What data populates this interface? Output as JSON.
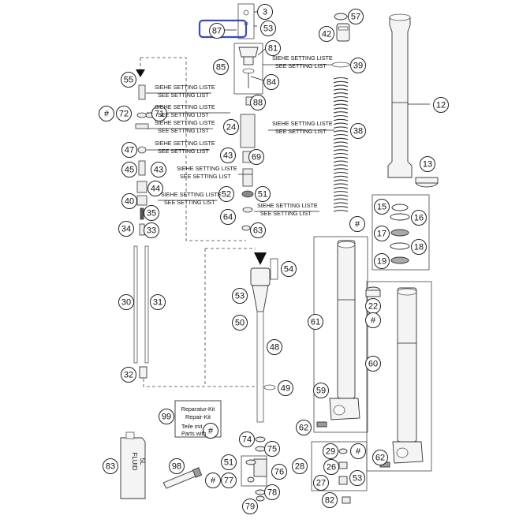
{
  "callouts": {
    "c3": "3",
    "c53a": "53",
    "c87": "87",
    "c81": "81",
    "c85": "85",
    "c84": "84",
    "c39": "39",
    "c57": "57",
    "c42": "42",
    "c12": "12",
    "c13": "13",
    "c55": "55",
    "c72": "72",
    "c71": "71",
    "c88": "88",
    "c24": "24",
    "c38": "38",
    "c47": "47",
    "c45": "45",
    "c43a": "43",
    "c43b": "43",
    "c69": "69",
    "c44": "44",
    "c52": "52",
    "c51a": "51",
    "c40": "40",
    "c35": "35",
    "c64": "64",
    "c34": "34",
    "c33": "33",
    "c63": "63",
    "c15": "15",
    "c16": "16",
    "c17": "17",
    "c18": "18",
    "c19": "19",
    "c54": "54",
    "c53b": "53",
    "c50": "50",
    "c30": "30",
    "c31": "31",
    "c48": "48",
    "c22": "22",
    "c61": "61",
    "c60": "60",
    "c32": "32",
    "c49": "49",
    "c59": "59",
    "c62a": "62",
    "c62b": "62",
    "c99": "99",
    "c74": "74",
    "c75": "75",
    "c83": "83",
    "c98": "98",
    "c51b": "51",
    "c76": "76",
    "c77": "77",
    "c78": "78",
    "c79": "79",
    "c28": "28",
    "c29": "29",
    "c26": "26",
    "c27": "27",
    "c53c": "53",
    "c82": "82"
  },
  "hash_symbol": "#",
  "setting_labels": {
    "de": "SIEHE SETTING LISTE",
    "en": "SEE SETTING LIST"
  },
  "repair_kit": {
    "title_de": "Reparatur-Kit",
    "title_en": "Repair-Kit",
    "line3": "Teile mit",
    "line4": "Parts with"
  },
  "fluid_can": {
    "text1": "FLUID",
    "text2": "5L"
  },
  "highlight_color": "#3b4bb8"
}
